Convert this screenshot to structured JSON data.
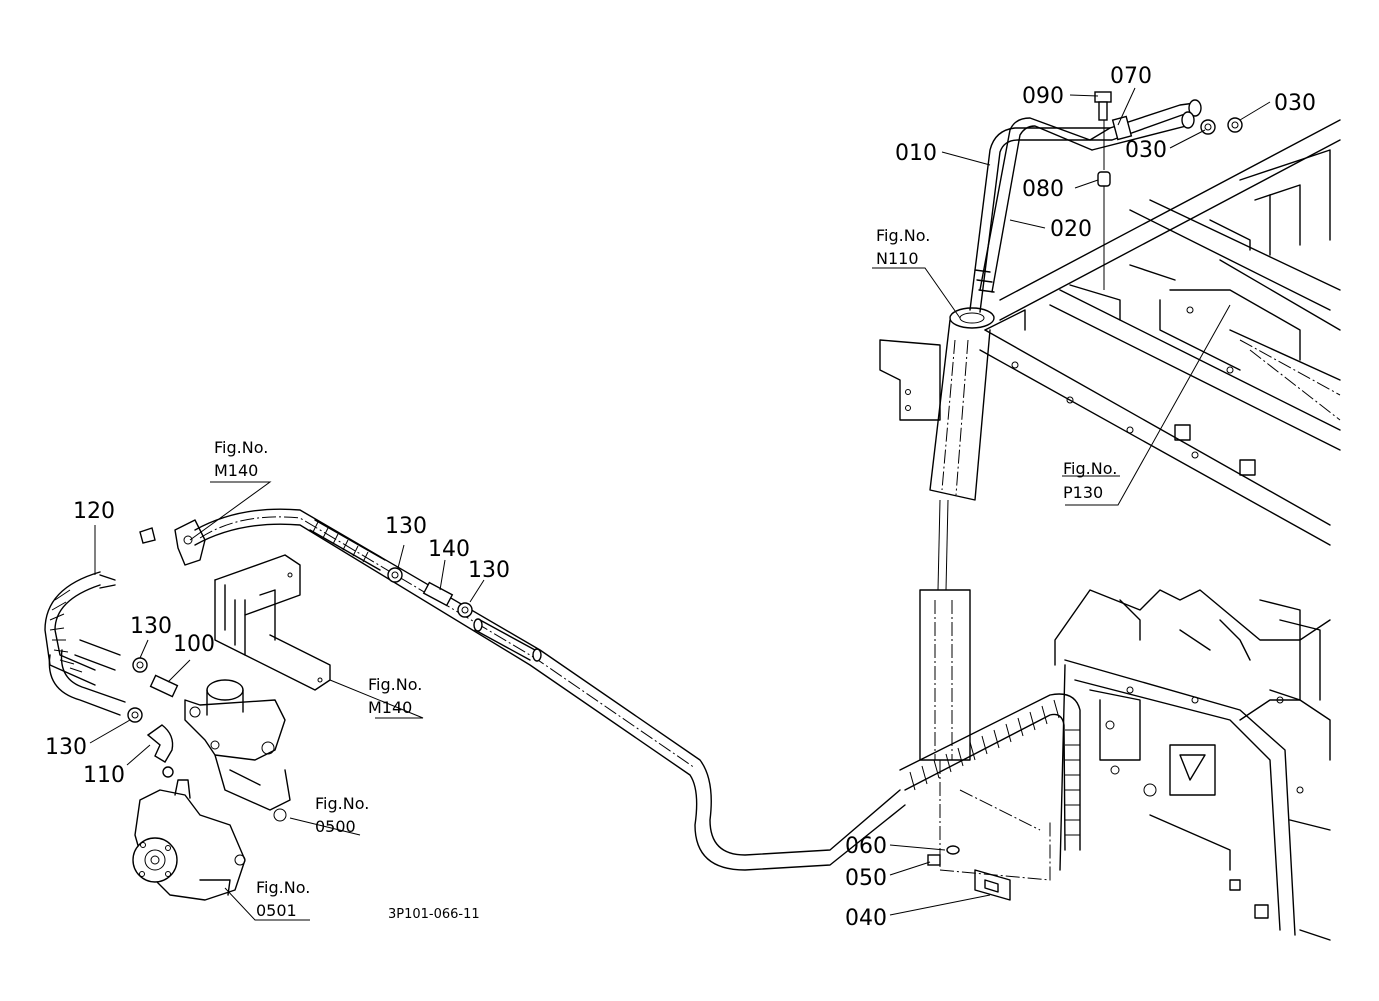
{
  "parts": {
    "p010": "010",
    "p020": "020",
    "p030a": "030",
    "p030b": "030",
    "p040": "040",
    "p050": "050",
    "p060": "060",
    "p070": "070",
    "p080": "080",
    "p090": "090",
    "p100": "100",
    "p110": "110",
    "p120": "120",
    "p130a": "130",
    "p130b": "130",
    "p130c": "130",
    "p130d": "130",
    "p140": "140"
  },
  "figrefs": {
    "n110": {
      "line1": "Fig.No.",
      "line2": "N110"
    },
    "p130": {
      "line1": "Fig.No.",
      "line2": "P130"
    },
    "m140a": {
      "line1": "Fig.No.",
      "line2": "M140"
    },
    "m140b": {
      "line1": "Fig.No.",
      "line2": "M140"
    },
    "f0500": {
      "line1": "Fig.No.",
      "line2": "0500"
    },
    "f0501": {
      "line1": "Fig.No.",
      "line2": "0501"
    }
  },
  "diagram_code": "3P101-066-11"
}
